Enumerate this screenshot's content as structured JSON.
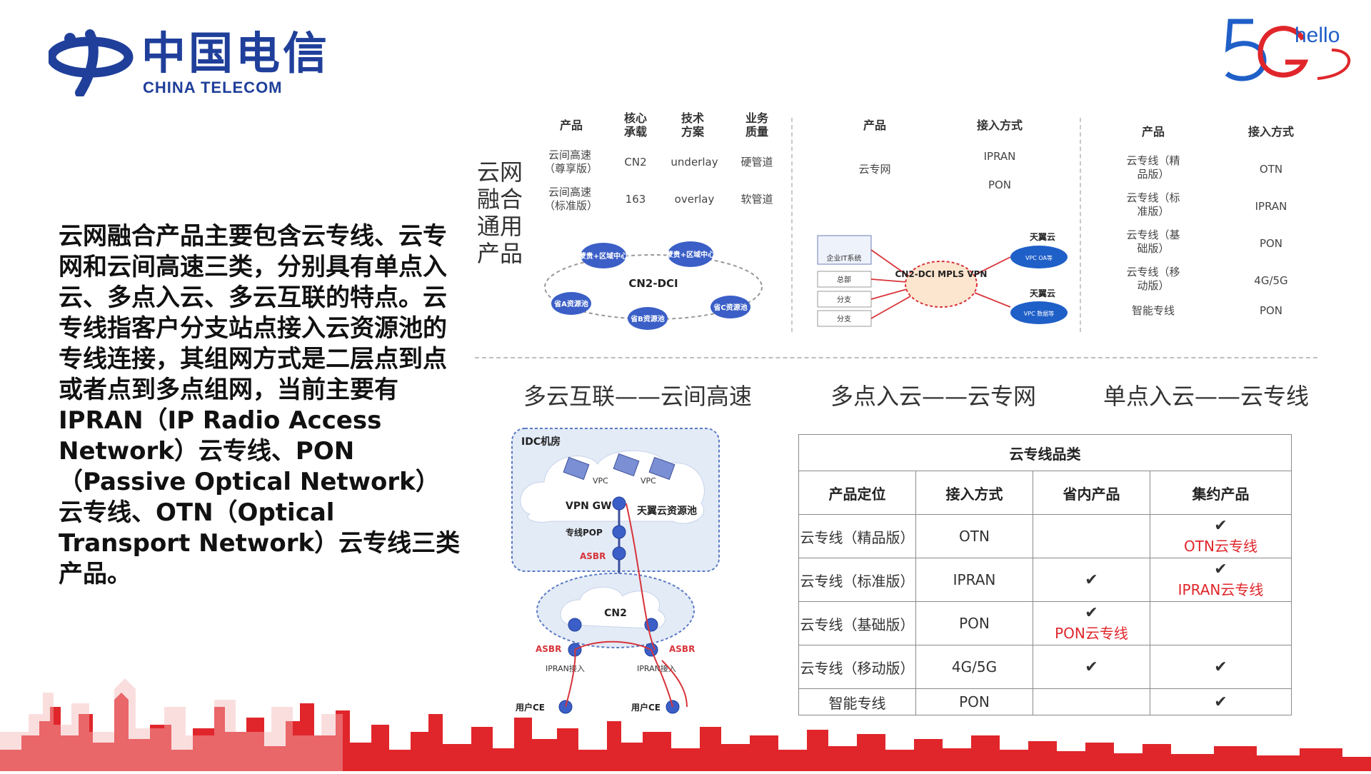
{
  "header": {
    "logo_cn": "中国电信",
    "logo_en": "CHINA TELECOM",
    "hello_text": "hello",
    "brand_color": "#1f3f9a",
    "accent_color": "#e0262b"
  },
  "summary": "云网融合产品主要包含云专线、云专网和云间高速三类，分别具有单点入云、多点入云、多云互联的特点。云专线指客户分支站点接入云资源池的专线连接，其组网方式是二层点到点或者点到多点组网，当前主要有IPRAN（IP Radio Access Network）云专线、PON（Passive Optical Network）云专线、OTN（Optical Transport Network）云专线三类产品。",
  "general_label": "云网融合通用产品",
  "cloud_speed": {
    "headers": [
      "产品",
      "核心承载",
      "技术方案",
      "业务质量"
    ],
    "rows": [
      [
        "云间高速（尊享版）",
        "CN2",
        "underlay",
        "硬管道"
      ],
      [
        "云间高速（标准版）",
        "163",
        "overlay",
        "软管道"
      ]
    ],
    "diagram": {
      "ring": "CN2-DCI",
      "nodes": [
        "蒙贵+区域中心",
        "蒙贵+区域中心",
        "省A资源池",
        "省B资源池",
        "省C资源池"
      ]
    }
  },
  "cloud_net": {
    "headers": [
      "产品",
      "接入方式"
    ],
    "product": "云专网",
    "access": [
      "IPRAN",
      "PON"
    ],
    "diagram": {
      "core": "CN2-DCI MPLS VPN",
      "left": [
        "企业IT系统",
        "总部",
        "分支",
        "分支"
      ],
      "right": [
        "天翼云",
        "天翼云"
      ],
      "vpc": [
        "VPC OA等",
        "VPC 数据等"
      ]
    }
  },
  "cloud_line_small": {
    "headers": [
      "产品",
      "接入方式"
    ],
    "rows": [
      [
        "云专线（精品版）",
        "OTN"
      ],
      [
        "云专线（标准版）",
        "IPRAN"
      ],
      [
        "云专线（基础版）",
        "PON"
      ],
      [
        "云专线（移动版）",
        "4G/5G"
      ],
      [
        "智能专线",
        "PON"
      ]
    ]
  },
  "categories": [
    "多云互联——云间高速",
    "多点入云——云专网",
    "单点入云——云专线"
  ],
  "network_diagram": {
    "idc": "IDC机房",
    "vpc": "VPC",
    "vpn_gw": "VPN GW",
    "pool": "天翼云资源池",
    "pop": "专线POP",
    "asbr": "ASBR",
    "cn2": "CN2",
    "ipran": "IPRAN接入",
    "ce": "用户CE"
  },
  "line_table": {
    "caption": "云专线品类",
    "headers": [
      "产品定位",
      "接入方式",
      "省内产品",
      "集约产品"
    ],
    "rows": [
      {
        "pos": "云专线（精品版）",
        "access": "OTN",
        "prov": "",
        "prov_red": "",
        "cent": "✔",
        "cent_red": "OTN云专线"
      },
      {
        "pos": "云专线（标准版）",
        "access": "IPRAN",
        "prov": "✔",
        "prov_red": "",
        "cent": "✔",
        "cent_red": "IPRAN云专线"
      },
      {
        "pos": "云专线（基础版）",
        "access": "PON",
        "prov": "✔",
        "prov_red": "PON云专线",
        "cent": "",
        "cent_red": ""
      },
      {
        "pos": "云专线（移动版）",
        "access": "4G/5G",
        "prov": "✔",
        "prov_red": "",
        "cent": "✔",
        "cent_red": ""
      },
      {
        "pos": "智能专线",
        "access": "PON",
        "prov": "",
        "prov_red": "",
        "cent": "✔",
        "cent_red": ""
      }
    ]
  }
}
